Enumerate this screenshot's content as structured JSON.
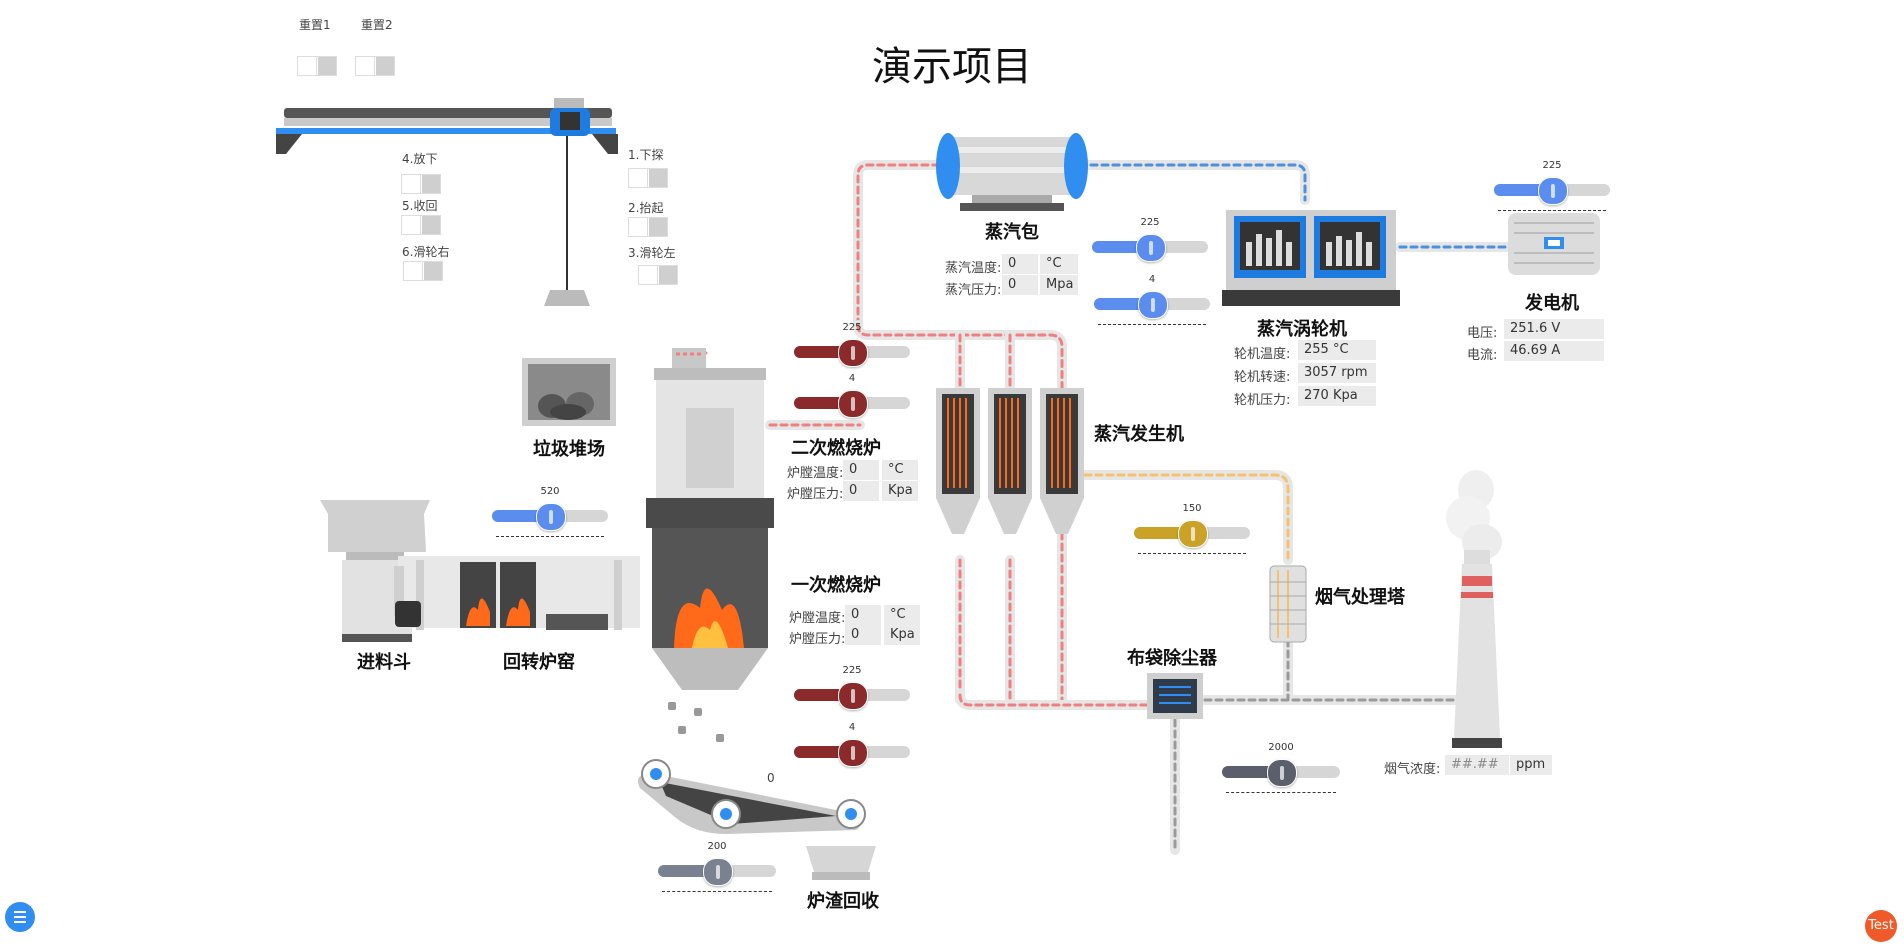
{
  "title": "演示项目",
  "crane": {
    "reset1": "重置1",
    "reset2": "重置2",
    "lower": "4.放下",
    "retract": "5.收回",
    "pulley_right": "6.滑轮右",
    "probe": "1.下探",
    "lift": "2.抬起",
    "pulley_left": "3.滑轮左"
  },
  "labels": {
    "garbage_yard": "垃圾堆场",
    "hopper": "进料斗",
    "rotary_kiln": "回转炉窑",
    "secondary_incinerator": "二次燃烧炉",
    "primary_incinerator": "一次燃烧炉",
    "steam_drum": "蒸汽包",
    "steam_generator": "蒸汽发生机",
    "steam_turbine": "蒸汽涡轮机",
    "generator": "发电机",
    "flue_tower": "烟气处理塔",
    "bag_filter": "布袋除尘器",
    "slag_recovery": "炉渣回收"
  },
  "readouts": {
    "steam_temp_label": "蒸汽温度:",
    "steam_temp_value": "0",
    "steam_temp_unit": "°C",
    "steam_pressure_label": "蒸汽压力:",
    "steam_pressure_value": "0",
    "steam_pressure_unit": "Mpa",
    "turbine_temp_label": "轮机温度:",
    "turbine_temp_value": "255 °C",
    "turbine_speed_label": "轮机转速:",
    "turbine_speed_value": "3057 rpm",
    "turbine_pressure_label": "轮机压力:",
    "turbine_pressure_value": "270 Kpa",
    "voltage_label": "电压:",
    "voltage_value": "251.6 V",
    "current_label": "电流:",
    "current_value": "46.69 A",
    "sec_temp_label": "炉膛温度:",
    "sec_temp_value": "0",
    "sec_temp_unit": "°C",
    "sec_pressure_label": "炉膛压力:",
    "sec_pressure_value": "0",
    "sec_pressure_unit": "Kpa",
    "pri_temp_label": "炉膛温度:",
    "pri_temp_value": "0",
    "pri_temp_unit": "°C",
    "pri_pressure_label": "炉膛压力:",
    "pri_pressure_value": "0",
    "pri_pressure_unit": "Kpa",
    "flue_conc_label": "烟气浓度:",
    "flue_conc_value": "##.##",
    "flue_conc_unit": "ppm",
    "conveyor_count": "0"
  },
  "sliders": {
    "kiln": {
      "value": "520",
      "level": 0.5,
      "color": "#5b8def"
    },
    "sec_top1": {
      "value": "225",
      "level": 0.5,
      "color": "#8b2a2a"
    },
    "sec_top2": {
      "value": "4",
      "level": 0.5,
      "color": "#8b2a2a"
    },
    "pri_1": {
      "value": "225",
      "level": 0.5,
      "color": "#8b2a2a"
    },
    "pri_2": {
      "value": "4",
      "level": 0.5,
      "color": "#8b2a2a"
    },
    "turbine_1": {
      "value": "225",
      "level": 0.5,
      "color": "#5b8def"
    },
    "turbine_2": {
      "value": "4",
      "level": 0.5,
      "color": "#5b8def"
    },
    "generator": {
      "value": "225",
      "level": 0.5,
      "color": "#5b8def"
    },
    "flue": {
      "value": "150",
      "level": 0.5,
      "color": "#c9a227"
    },
    "bag": {
      "value": "2000",
      "level": 0.5,
      "color": "#5a5f6b"
    },
    "conveyor": {
      "value": "200",
      "level": 0.5,
      "color": "#7a8190"
    }
  },
  "fab": {
    "menu_icon": "menu-icon",
    "test_label": "Test"
  },
  "colors": {
    "hot_pipe": "#f08080",
    "steam_pipe": "#4a90e2",
    "flue_pipe": "#f5c26b",
    "exhaust_pipe": "#9a9a9a",
    "fire": "#ff6a1a"
  }
}
